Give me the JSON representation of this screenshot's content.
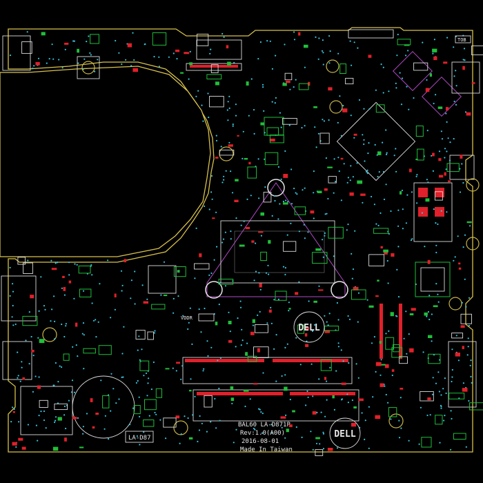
{
  "board": {
    "bottom_left_label": "LA-D87",
    "vddr_label": "VDDR",
    "model_line": "BAL60 LA-D871P",
    "revision": "Rev:1.0(A00)",
    "date": "2016-08-01",
    "origin": "Made In Taiwan",
    "top_right_tag": "TOB",
    "brand_logo_top": "DELL",
    "brand_logo_bottom": "DELL"
  },
  "colors": {
    "background": "#000000",
    "outline": "#d9c24a",
    "silkscreen": "#e8e8e8",
    "pad_red": "#e0202a",
    "outline_pink": "#b24bc8",
    "outline_green": "#1fbf3a",
    "via_cyan": "#37c6e0"
  }
}
